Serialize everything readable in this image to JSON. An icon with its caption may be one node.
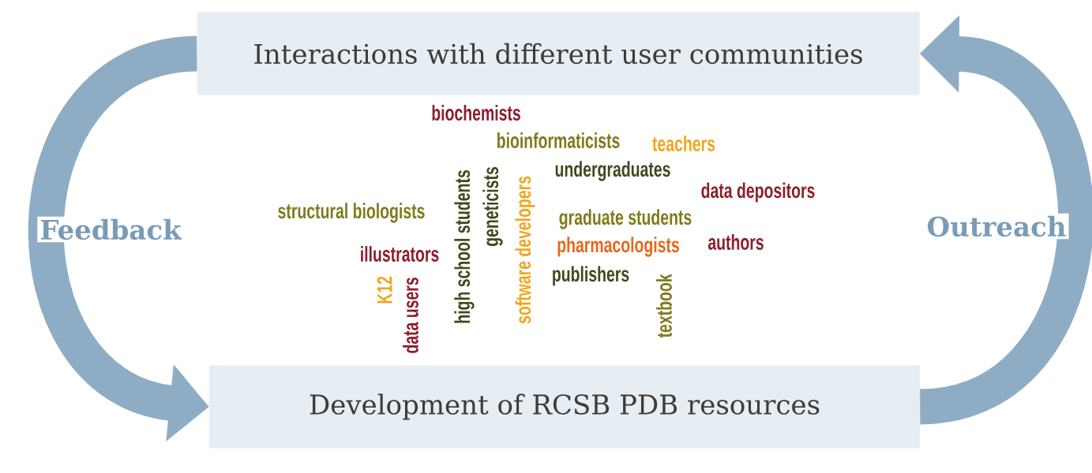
{
  "diagram": {
    "nodes": [
      {
        "text": [
          "Interactions with different user communities"
        ]
      },
      {
        "text": [
          "Development of RCSB PDB resources"
        ]
      }
    ],
    "edges": [
      {
        "from": 0,
        "to": 1,
        "arrow": "to",
        "label": "Feedback"
      },
      {
        "from": 1,
        "to": 0,
        "arrow": "to",
        "label": "Outreach"
      }
    ],
    "labels": [
      "biochemists",
      "bioinformaticists",
      "teachers",
      "undergraduates",
      "high school students",
      "geneticists",
      "software developers",
      "data depositors",
      "structural biologists",
      "graduate students",
      "pharmacologists",
      "authors",
      "illustrators",
      "publishers",
      "K12",
      "data users",
      "textbook"
    ]
  }
}
